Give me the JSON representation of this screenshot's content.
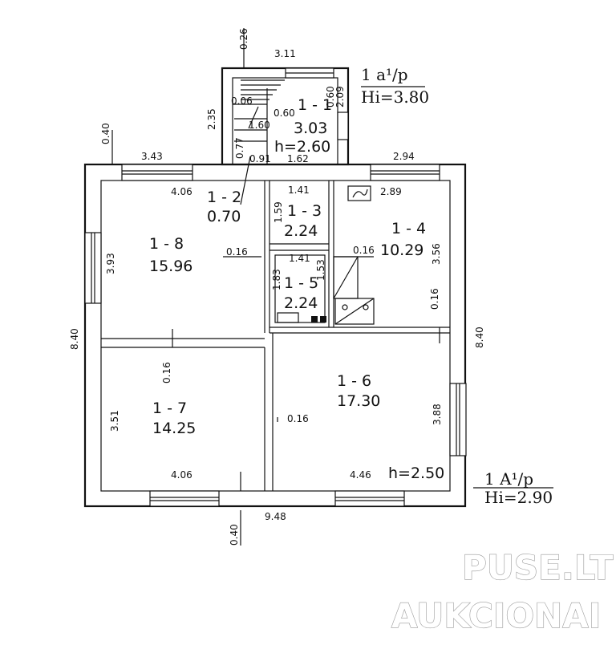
{
  "annotations": {
    "upper_label": "1 a¹/p",
    "upper_height": "Hi=3.80",
    "lower_label": "1 A¹/p",
    "lower_height": "Hi=2.90"
  },
  "rooms": [
    {
      "id": "1 - 1",
      "area": "3.03",
      "height": "h=2.60"
    },
    {
      "id": "1 - 2",
      "area": "0.70"
    },
    {
      "id": "1 - 3",
      "area": "2.24"
    },
    {
      "id": "1 - 4",
      "area": "10.29"
    },
    {
      "id": "1 - 5",
      "area": "2.24"
    },
    {
      "id": "1 - 6",
      "area": "17.30",
      "height": "h=2.50"
    },
    {
      "id": "1 - 7",
      "area": "14.25"
    },
    {
      "id": "1 - 8",
      "area": "15.96"
    }
  ],
  "dimensions": {
    "porch_wall": "0.26",
    "porch_width": "3.11",
    "porch_depth": "2.35",
    "porch_side": "2.09",
    "porch_a": "0.60",
    "porch_b": "0.60",
    "porch_c": "0.06",
    "porch_d": "1.60",
    "porch_e": "0.77",
    "porch_f": "0.91",
    "porch_g": "1.62",
    "ext_wall_top": "0.40",
    "top_left": "3.43",
    "top_right": "2.94",
    "r8_width": "4.06",
    "r8_depth": "3.93",
    "r3_width": "1.41",
    "r3_depth": "1.59",
    "r5_width": "1.41",
    "r5_left": "1.83",
    "r5_right": "1.53",
    "r4_width": "2.89",
    "r4_depth": "3.56",
    "r4_part": "0.16",
    "partition_8": "0.16",
    "partition_4": "0.16",
    "partition_7": "0.16",
    "partition_6": "0.16",
    "left_total": "8.40",
    "right_total": "8.40",
    "r7_depth": "3.51",
    "r7_width": "4.06",
    "r6_depth": "3.88",
    "r6_width": "4.46",
    "bottom_total": "9.48",
    "ext_wall_bottom": "0.40"
  },
  "icons": [
    "gas-meter-icon",
    "stove-icon"
  ],
  "watermark": {
    "line1": "PUSE.LT",
    "line2": "AUKCIONAI"
  }
}
